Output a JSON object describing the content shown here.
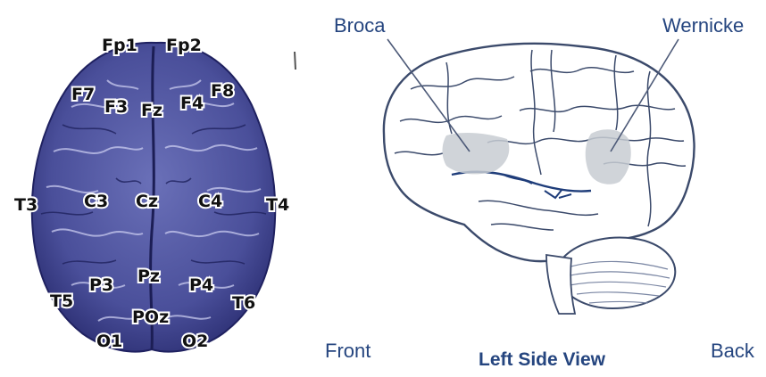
{
  "top_view": {
    "electrodes": [
      {
        "id": "fp1",
        "label": "Fp1"
      },
      {
        "id": "fp2",
        "label": "Fp2"
      },
      {
        "id": "f7",
        "label": "F7"
      },
      {
        "id": "f3",
        "label": "F3"
      },
      {
        "id": "fz",
        "label": "Fz"
      },
      {
        "id": "f4",
        "label": "F4"
      },
      {
        "id": "f8",
        "label": "F8"
      },
      {
        "id": "t3",
        "label": "T3"
      },
      {
        "id": "c3",
        "label": "C3"
      },
      {
        "id": "cz",
        "label": "Cz"
      },
      {
        "id": "c4",
        "label": "C4"
      },
      {
        "id": "t4",
        "label": "T4"
      },
      {
        "id": "p3",
        "label": "P3"
      },
      {
        "id": "pz",
        "label": "Pz"
      },
      {
        "id": "p4",
        "label": "P4"
      },
      {
        "id": "t5",
        "label": "T5"
      },
      {
        "id": "t6",
        "label": "T6"
      },
      {
        "id": "poz",
        "label": "POz"
      },
      {
        "id": "o1",
        "label": "O1"
      },
      {
        "id": "o2",
        "label": "O2"
      }
    ]
  },
  "side_view": {
    "broca_label": "Broca",
    "wernicke_label": "Wernicke",
    "front_label": "Front",
    "back_label": "Back",
    "caption": "Left Side View"
  },
  "colors": {
    "brain_fill": "#4a4f9a",
    "brain_dark": "#2c2f73",
    "label_blue": "#25457f",
    "area_highlight": "#c8ccd2"
  }
}
